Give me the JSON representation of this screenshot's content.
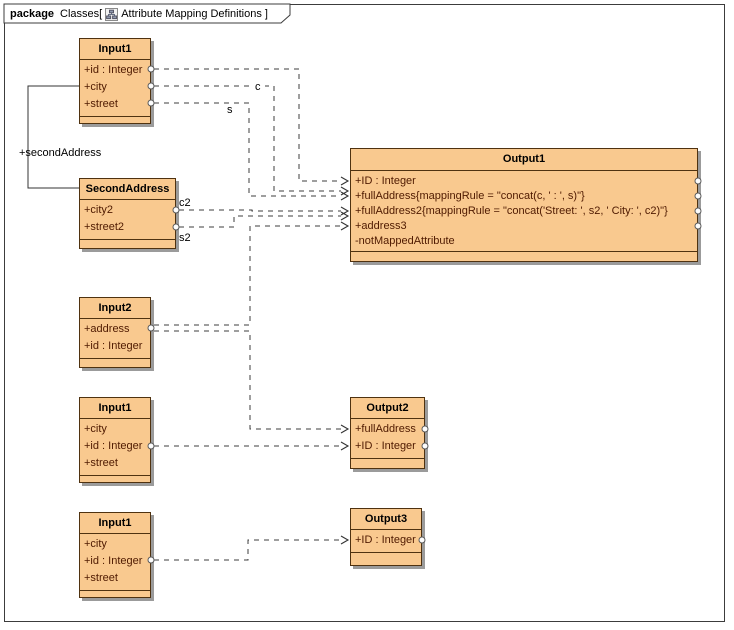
{
  "package_tab": {
    "keyword": "package",
    "context": "Classes[",
    "diagram_name": "Attribute Mapping Definitions",
    "close_bracket": "]",
    "icon": "diagram-icon"
  },
  "classes": {
    "input1_top": {
      "title": "Input1",
      "attrs": [
        "+id : Integer",
        "+city",
        "+street"
      ]
    },
    "second_address": {
      "title": "SecondAddress",
      "attrs": [
        "+city2",
        "+street2"
      ]
    },
    "input2": {
      "title": "Input2",
      "attrs": [
        "+address",
        "+id : Integer"
      ]
    },
    "input1_mid": {
      "title": "Input1",
      "attrs": [
        "+city",
        "+id : Integer",
        "+street"
      ]
    },
    "input1_bottom": {
      "title": "Input1",
      "attrs": [
        "+city",
        "+id : Integer",
        "+street"
      ]
    },
    "output1": {
      "title": "Output1",
      "attrs": [
        "+ID : Integer",
        "+fullAddress{mappingRule = \"concat(c, ' : ', s)\"}",
        "+fullAddress2{mappingRule = \"concat('Street: ', s2, ' City: ', c2)\"}",
        "+address3",
        "-notMappedAttribute"
      ]
    },
    "output2": {
      "title": "Output2",
      "attrs": [
        "+fullAddress",
        "+ID : Integer"
      ]
    },
    "output3": {
      "title": "Output3",
      "attrs": [
        "+ID : Integer"
      ]
    }
  },
  "edge_labels": {
    "second_address_role": "+secondAddress",
    "c": "c",
    "s": "s",
    "c2": "c2",
    "s2": "s2"
  },
  "colors": {
    "class_fill": "#F9C98F",
    "class_border": "#4F3210",
    "attr_text": "#4F1A00",
    "line": "#3C3C3C",
    "shadow": "#9B9B9B",
    "background": "#FFFFFF"
  }
}
